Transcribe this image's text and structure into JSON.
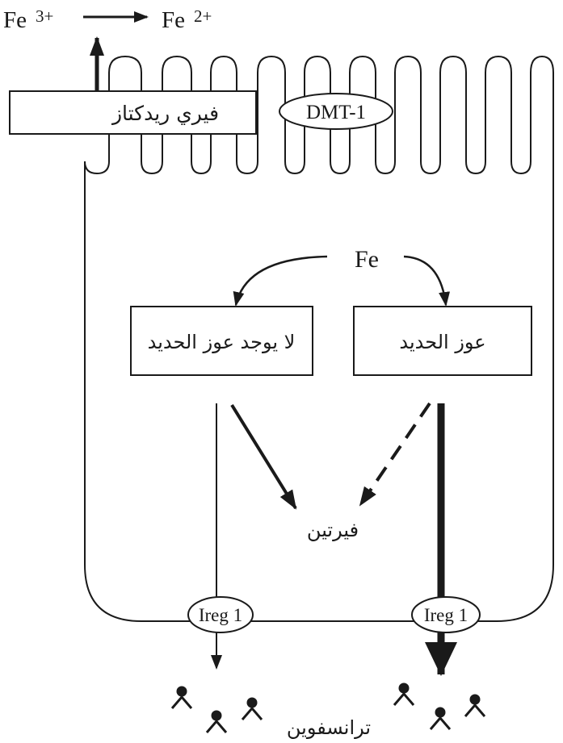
{
  "top_reaction": {
    "reactant": "Fe",
    "reactant_charge": "3+",
    "product": "Fe",
    "product_charge": "2+"
  },
  "enzymes": {
    "ferric_reductase": "فيري ريدكتاز",
    "dmt1": "DMT-1"
  },
  "iron_label": "Fe",
  "boxes": {
    "no_deficiency": "لا يوجد عوز الحديد",
    "deficiency": "عوز الحديد"
  },
  "ferritin": "فيرتين",
  "ireg_left": "Ireg 1",
  "ireg_right": "Ireg 1",
  "transferrin": "ترانسفوين",
  "colors": {
    "ink": "#1a1a1a",
    "background": "#ffffff"
  }
}
